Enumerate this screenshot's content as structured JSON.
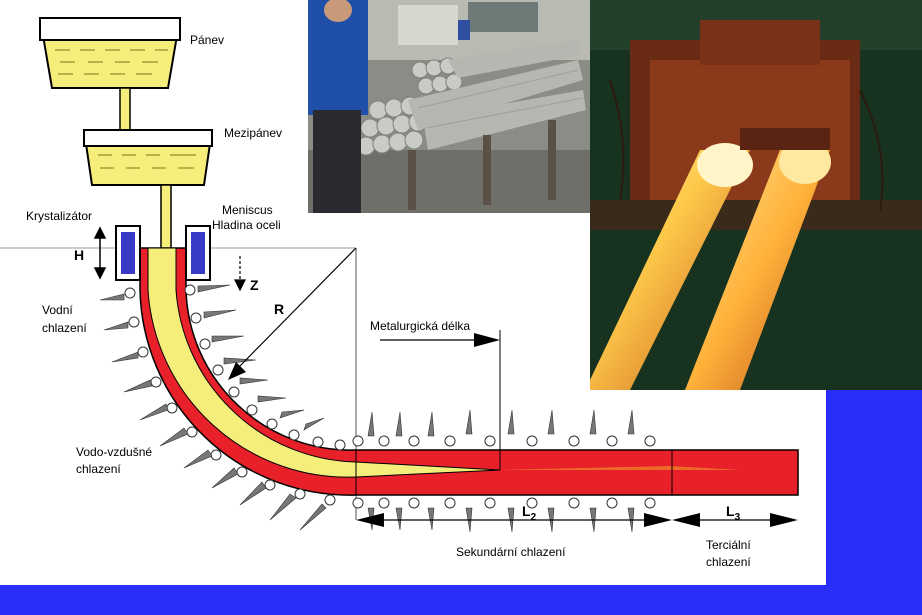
{
  "labels": {
    "panev": "Pánev",
    "mezipanev": "Mezipánev",
    "krystalizator": "Krystalizátor",
    "meniscus": "Meniscus",
    "hladina_oceli": "Hladina oceli",
    "h": "H",
    "z": "Z",
    "r": "R",
    "vodni": "Vodní",
    "chlazeni_1": "chlazení",
    "metalurgicka_delka": "Metalurgická délka",
    "vodo_vzdusne": "Vodo-vzdušné",
    "chlazeni_2": "chlazení",
    "l2_main": "L",
    "l2_sub": "2",
    "l3_main": "L",
    "l3_sub": "3",
    "sekundarni_chlazeni": "Sekundární chlazení",
    "tercialni": "Terciální",
    "chlazeni_3": "chlazení"
  },
  "colors": {
    "background": "#2a2ff7",
    "steel_liquid": "#f5ee7a",
    "strand_solid": "#e8202a",
    "molten_bath": "#e9e27a"
  }
}
